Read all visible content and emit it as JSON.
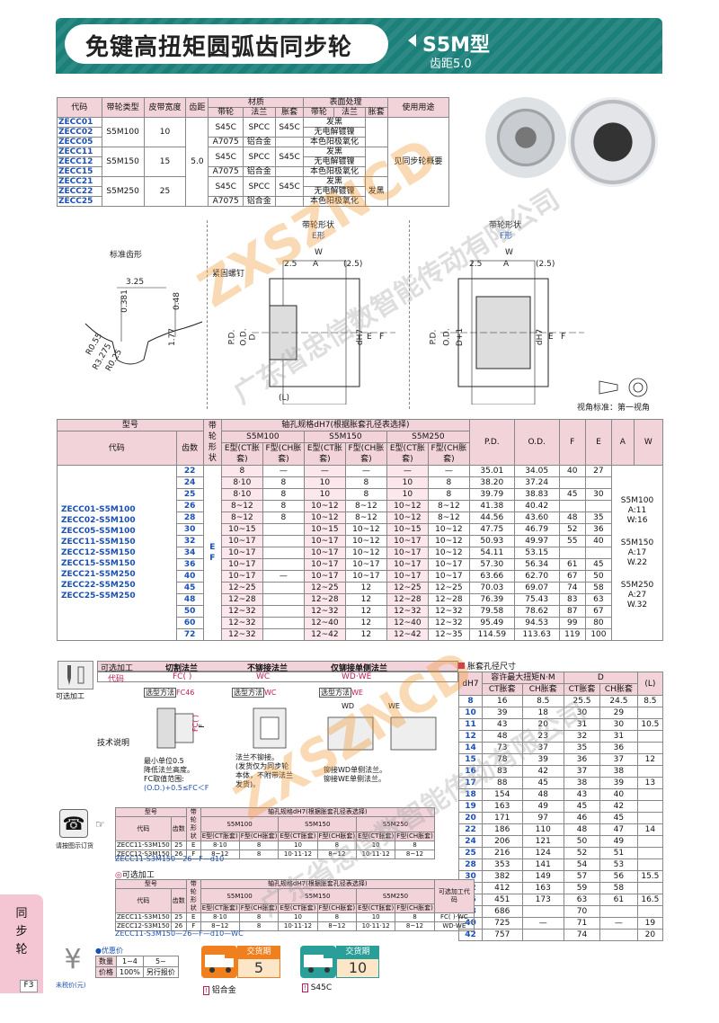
{
  "header": {
    "title": "免键高扭矩圆弧齿同步轮",
    "model": "S5M型",
    "pitch": "齿距5.0"
  },
  "spec_table": {
    "head": [
      "代码",
      "带轮类型",
      "皮带宽度",
      "齿距",
      "材质",
      "表面处理",
      "使用用途"
    ],
    "sub_head": [
      "带轮",
      "法兰",
      "胀套",
      "带轮",
      "法兰",
      "胀套"
    ],
    "codes": [
      "ZECC01",
      "ZECC02",
      "ZECC05",
      "ZECC11",
      "ZECC12",
      "ZECC15",
      "ZECC21",
      "ZECC22",
      "ZECC25"
    ],
    "types": [
      "S5M100",
      "S5M150",
      "S5M250"
    ],
    "widths": [
      "10",
      "15",
      "25"
    ],
    "pitch": "5.0",
    "mat_a": [
      "S45C",
      "SPCC"
    ],
    "mat_b": [
      "A7075",
      "铝合金"
    ],
    "exp": "S45C",
    "surf": [
      "发黑",
      "无电解镀镍",
      "本色阳极氧化",
      "发黑"
    ],
    "usage": "见同步轮概要"
  },
  "drawing": {
    "std_tooth": "标准齿形",
    "shape_e": "带轮形状",
    "shape_e2": "E形",
    "shape_f": "带轮形状",
    "shape_f2": "F形",
    "set_screw": "紧固螺钉",
    "dims": {
      "d1": "3.25",
      "d2": "0.381",
      "d3": "0.48",
      "d4": "R0.55",
      "d5": "R3.275",
      "d6": "R0.25",
      "d7": "1.77",
      "w": "W",
      "a": "A",
      "p25": "2.5",
      "p25b": "(2.5)",
      "pd": "P.D.",
      "od": "O.D.",
      "d": "D",
      "dh7": "dH7",
      "e": "E",
      "f": "F",
      "l": "(L)",
      "d1b": "D+1"
    },
    "view": "视角标准：第一视角"
  },
  "main_table": {
    "head_model": "型号",
    "head_code": "代码",
    "head_teeth": "齿数",
    "head_shape": "带轮形状",
    "head_bore": "轴孔规格dH7(根据胀套孔径表选择)",
    "groups": [
      "S5M100",
      "S5M150",
      "S5M250"
    ],
    "sub": [
      "E型(CT胀套)",
      "F型(CH胀套)"
    ],
    "cols": [
      "P.D.",
      "O.D.",
      "F",
      "E",
      "A",
      "W"
    ],
    "codes": [
      "ZECC01-S5M100",
      "ZECC02-S5M100",
      "ZECC05-S5M100",
      "ZECC11-S5M150",
      "ZECC12-S5M150",
      "ZECC15-S5M150",
      "ZECC21-S5M250",
      "ZECC22-S5M250",
      "ZECC25-S5M250"
    ],
    "shape_vals": [
      "E",
      "F"
    ],
    "rows": [
      [
        "22",
        "8",
        "—",
        "—",
        "—",
        "—",
        "—",
        "35.01",
        "34.05",
        "40",
        "27"
      ],
      [
        "24",
        "8·10",
        "8",
        "10",
        "8",
        "10",
        "8",
        "38.20",
        "37.24",
        "",
        ""
      ],
      [
        "25",
        "8·10",
        "8",
        "10",
        "8",
        "10",
        "8",
        "39.79",
        "38.83",
        "45",
        "30"
      ],
      [
        "26",
        "8~12",
        "8",
        "10~12",
        "8~12",
        "10~12",
        "8~12",
        "41.38",
        "40.42",
        "",
        ""
      ],
      [
        "28",
        "8~12",
        "8",
        "10~12",
        "8~12",
        "10~12",
        "8~12",
        "44.56",
        "43.60",
        "48",
        "35"
      ],
      [
        "30",
        "10~15",
        "",
        "10~15",
        "10~12",
        "10~15",
        "10~12",
        "47.75",
        "46.79",
        "52",
        "36"
      ],
      [
        "32",
        "10~17",
        "",
        "10~17",
        "10~12",
        "10~17",
        "10~12",
        "50.93",
        "49.97",
        "55",
        "40"
      ],
      [
        "34",
        "10~17",
        "",
        "10~17",
        "10~12",
        "10~17",
        "10~12",
        "54.11",
        "53.15",
        "",
        ""
      ],
      [
        "36",
        "10~17",
        "",
        "10~17",
        "10~17",
        "10~17",
        "10~17",
        "57.30",
        "56.34",
        "61",
        "45"
      ],
      [
        "40",
        "10~17",
        "—",
        "10~17",
        "10~17",
        "10~17",
        "10~17",
        "63.66",
        "62.70",
        "67",
        "50"
      ],
      [
        "45",
        "12~25",
        "",
        "12~25",
        "12",
        "12~25",
        "12~25",
        "70.03",
        "69.07",
        "74",
        "58"
      ],
      [
        "48",
        "12~28",
        "",
        "12~28",
        "12",
        "12~28",
        "12~28",
        "76.39",
        "75.43",
        "83",
        "63"
      ],
      [
        "50",
        "12~32",
        "",
        "12~32",
        "12",
        "12~32",
        "12~32",
        "79.58",
        "78.62",
        "87",
        "67"
      ],
      [
        "60",
        "12~32",
        "",
        "12~40",
        "12",
        "12~40",
        "12~32",
        "95.49",
        "94.53",
        "99",
        "80"
      ],
      [
        "72",
        "12~32",
        "",
        "12~42",
        "12",
        "12~42",
        "12~35",
        "114.59",
        "113.63",
        "119",
        "100"
      ]
    ],
    "aw": [
      {
        "model": "S5M100",
        "a": "A:11",
        "w": "W:16"
      },
      {
        "model": "S5M150",
        "a": "A:17",
        "w": "W.22"
      },
      {
        "model": "S5M250",
        "a": "A:27",
        "w": "W.32"
      }
    ]
  },
  "bore_table": {
    "title": "胀套孔径尺寸",
    "head": [
      "dH7",
      "容许最大扭矩N·M",
      "D",
      "(L)"
    ],
    "sub": [
      "CT胀套",
      "CH胀套",
      "CT胀套",
      "CH胀套"
    ],
    "rows": [
      [
        "8",
        "16",
        "8.5",
        "25.5",
        "24.5",
        "8.5"
      ],
      [
        "10",
        "39",
        "18",
        "30",
        "29",
        ""
      ],
      [
        "11",
        "43",
        "20",
        "31",
        "30",
        "10.5"
      ],
      [
        "12",
        "48",
        "23",
        "32",
        "31",
        ""
      ],
      [
        "14",
        "73",
        "37",
        "35",
        "36",
        ""
      ],
      [
        "15",
        "78",
        "39",
        "36",
        "37",
        "12"
      ],
      [
        "16",
        "83",
        "42",
        "37",
        "38",
        ""
      ],
      [
        "17",
        "88",
        "45",
        "38",
        "39",
        "13"
      ],
      [
        "18",
        "154",
        "48",
        "43",
        "40",
        ""
      ],
      [
        "19",
        "163",
        "49",
        "45",
        "42",
        ""
      ],
      [
        "20",
        "171",
        "97",
        "46",
        "45",
        ""
      ],
      [
        "22",
        "186",
        "110",
        "48",
        "47",
        "14"
      ],
      [
        "24",
        "206",
        "121",
        "50",
        "49",
        ""
      ],
      [
        "25",
        "216",
        "124",
        "52",
        "51",
        ""
      ],
      [
        "28",
        "353",
        "141",
        "54",
        "53",
        ""
      ],
      [
        "30",
        "382",
        "149",
        "57",
        "56",
        "15.5"
      ],
      [
        "32",
        "412",
        "163",
        "59",
        "58",
        ""
      ],
      [
        "35",
        "451",
        "173",
        "63",
        "61",
        "16.5"
      ],
      [
        "38",
        "686",
        "",
        "70",
        "",
        ""
      ],
      [
        "40",
        "725",
        "—",
        "71",
        "—",
        "19"
      ],
      [
        "42",
        "757",
        "",
        "74",
        "",
        "20"
      ]
    ]
  },
  "options": {
    "label": "可选加工",
    "code": "代码",
    "items": [
      {
        "title": "切割法兰",
        "code": "FC( )"
      },
      {
        "title": "不铆接法兰",
        "code": "WC"
      },
      {
        "title": "仅铆接单侧法兰",
        "code": "WD·WE"
      }
    ],
    "side": "可选加工",
    "tech": "技术说明",
    "m1": "选型方法",
    "m1c": "FC46",
    "m2": "选型方法",
    "m2c": "WC",
    "m3": "选型方法",
    "m3c": "WE",
    "wd": "WD",
    "we": "WE",
    "n1": "最小单位0.5",
    "n2": "降低法兰高度。",
    "n3": "FC取值范围:",
    "n4": "(O.D.)+0.5≤FC＜F",
    "n5": "法兰不铆接。",
    "n6": "(发货仅为同步轮",
    "n7": "本体，不附带法兰",
    "n8": "发货)。",
    "n9": "铆接WD单侧法兰。",
    "n10": "铆接WE单侧法兰。",
    "fc": "FC( )",
    "fdim": "F"
  },
  "order": {
    "label": "请按图示订货",
    "head_model": "型号",
    "head_code": "代码",
    "head_teeth": "齿数",
    "head_shape": "带轮形状",
    "head_bore": "轴孔规格dH7(根据胀套孔径表选择)",
    "groups": [
      "S5M100",
      "S5M150",
      "S5M250"
    ],
    "e": "E型(CT胀套)",
    "f": "F型(CH胀套)",
    "r1": [
      "ZECC11-S3M150",
      "25",
      "E",
      "8·10",
      "8",
      "10",
      "8",
      "10",
      "8"
    ],
    "r2": [
      "ZECC12-S3M150",
      "26",
      "F",
      "8~12",
      "8",
      "10·11·12",
      "8~12",
      "10·11·12",
      "8~12"
    ],
    "ex1": "ZECC11-S3M150—26—F—d10",
    "opt": "可选加工",
    "optcode": "可选加工代码",
    "r3": [
      "ZECC11-S3M150",
      "25",
      "E",
      "8·10",
      "8",
      "10",
      "8",
      "10",
      "8",
      "FC( )·WC"
    ],
    "r4": [
      "ZECC12-S3M150",
      "26",
      "F",
      "8~12",
      "8",
      "10·11·12",
      "8~12",
      "10·11·12",
      "8~12",
      "WD·WE"
    ],
    "ex2": "ZECC11-S3M150—26—F—d10—WC"
  },
  "discount": {
    "title": "优惠价",
    "qty": "数量",
    "q1": "1~4",
    "q2": "5~",
    "price": "价格",
    "p1": "100%",
    "p2": "另行报价",
    "note": "未税价(元)"
  },
  "delivery": [
    {
      "label": "交货期",
      "days": "5",
      "mat": "铝合金"
    },
    {
      "label": "交货期",
      "days": "10",
      "mat": "S45C"
    }
  ],
  "side_tab": [
    "同",
    "步",
    "轮"
  ],
  "page": "F3",
  "watermark": [
    "ZXSZNCD",
    "广东省忠信数智能传动有限公司"
  ],
  "colors": {
    "teal": "#1b7f7a",
    "pink": "#f2d3da",
    "code_blue": "#1a4fb5",
    "orange": "#f07f1e",
    "teal_box": "#2a9f9a"
  }
}
